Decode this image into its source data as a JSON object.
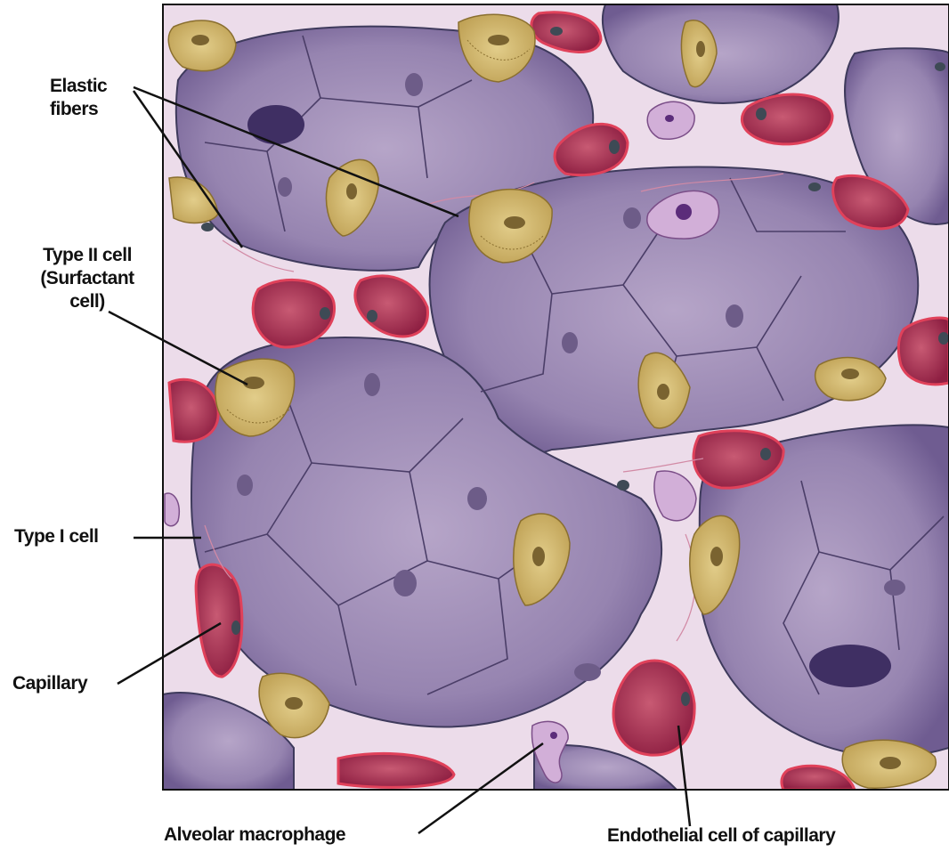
{
  "labels": {
    "elastic_fibers": [
      "Elastic",
      "fibers"
    ],
    "type2_cell": [
      "Type II cell",
      "(Surfactant",
      "cell)"
    ],
    "type1_cell": "Type I cell",
    "capillary": "Capillary",
    "alveolar_macrophage": "Alveolar macrophage",
    "endothelial_cell": "Endothelial cell of capillary"
  },
  "colors": {
    "alveolar_surface": "#8e7aa6",
    "type1_cell_fill": "#a895bd",
    "interstitium": "#ecdcea",
    "capillary_wall": "#e0415a",
    "red_blood_cell": "#a82e4e",
    "type2_cell_fill": "#cfb466",
    "macrophage_fill": "#d2afd8",
    "cell_border": "#3e3a5c"
  }
}
